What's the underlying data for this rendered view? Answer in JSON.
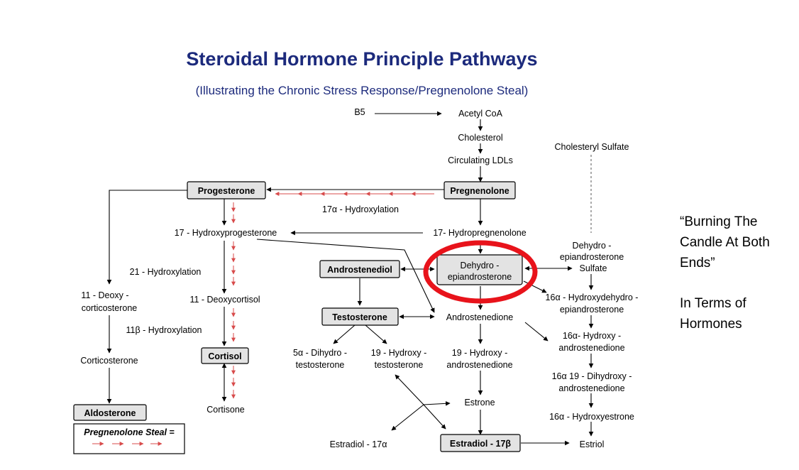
{
  "title": "Steroidal Hormone Principle Pathways",
  "subtitle": "(Illustrating the Chronic Stress Response/Pregnenolone Steal)",
  "nodes": {
    "b5": "B5",
    "acetyl_coa": "Acetyl CoA",
    "cholesterol": "Cholesterol",
    "circulating_ldls": "Circulating LDLs",
    "cholesteryl_sulfate": "Cholesteryl Sulfate",
    "progesterone": "Progesterone",
    "pregnenolone": "Pregnenolone",
    "hydroxylation_17a": "17α - Hydroxylation",
    "hydroxyprogesterone_17": "17 - Hydroxyprogesterone",
    "hydropregnenolone_17": "17- Hydropregnenolone",
    "dhea_sulfate": [
      "Dehydro -",
      "epiandrosterone",
      "Sulfate"
    ],
    "androstenediol": "Androstenediol",
    "dhea": [
      "Dehydro -",
      "epiandrosterone"
    ],
    "hydroxylation_21": "21 - Hydroxylation",
    "deoxycorticosterone_11": [
      "11 - Deoxy -",
      "corticosterone"
    ],
    "deoxycortisol_11": "11 - Deoxycortisol",
    "testosterone": "Testosterone",
    "androstenedione": "Androstenedione",
    "hydroxydehydroepiandrosterone_16a": [
      "16α - Hydroxydehydro -",
      "epiandrosterone"
    ],
    "hydroxylation_11b": "11β - Hydroxylation",
    "hydroxyandrostenedione_16a": [
      "16α- Hydroxy -",
      "androstenedione"
    ],
    "corticosterone": "Corticosterone",
    "cortisol": "Cortisol",
    "dihydrotestosterone_5a": [
      "5α - Dihydro -",
      "testosterone"
    ],
    "hydroxytestosterone_19": [
      "19 - Hydroxy -",
      "testosterone"
    ],
    "hydroxyandrostenedione_19": [
      "19 - Hydroxy -",
      "androstenedione"
    ],
    "dihydroxyandrostenedione_16a19": [
      "16α 19 - Dihydroxy -",
      "androstenedione"
    ],
    "estrone": "Estrone",
    "aldosterone": "Aldosterone",
    "cortisone": "Cortisone",
    "hydroxyestrone_16a": "16α - Hydroxyestrone",
    "estradiol_17a": "Estradiol - 17α",
    "estradiol_17b": "Estradiol - 17β",
    "estriol": "Estriol"
  },
  "legend": {
    "label": "Pregnenolone Steal ="
  },
  "side_note": {
    "quote_lines": [
      "“Burning The",
      "Candle At Both",
      "Ends”"
    ],
    "terms_lines": [
      "In Terms of",
      "Hormones"
    ]
  },
  "colors": {
    "title": "#1c2a7c",
    "box_fill": "#e3e3e3",
    "steal_arrow": "#d84b4b",
    "highlight_circle": "#e8131b"
  }
}
